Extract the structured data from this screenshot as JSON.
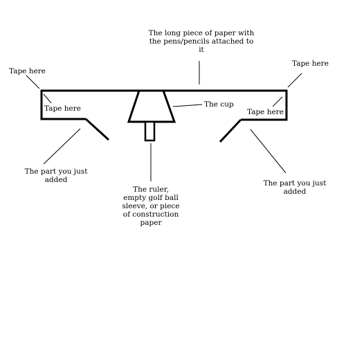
{
  "labels": {
    "long_paper": "The long piece of paper with\nthe pens/pencils attached to\nit",
    "tape_here_top_left": "Tape here",
    "tape_here_inner_left": "Tape here",
    "tape_here_top_right": "Tape here",
    "tape_here_inner_right": "Tape here",
    "the_cup": "The cup",
    "part_added_left": "The part you just\nadded",
    "part_added_right": "The part you just\nadded",
    "ruler": "The ruler,\nempty golf ball\nsleeve, or piece\nof construction\npaper"
  },
  "colors": {
    "background": "#ffffff",
    "ink": "#000000"
  }
}
